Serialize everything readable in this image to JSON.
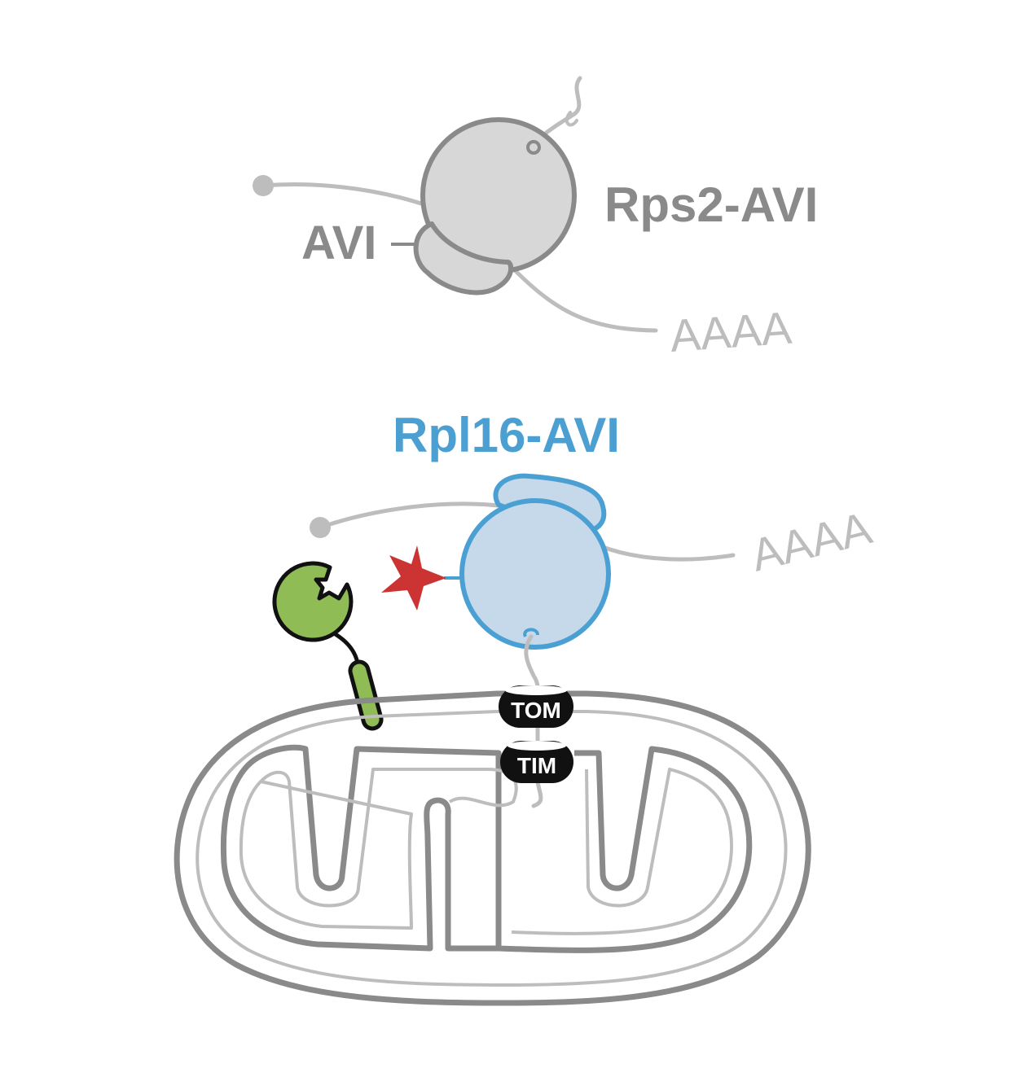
{
  "top_ribosome": {
    "name_label": "Rps2-AVI",
    "avi_label": "AVI",
    "polya_label": "AAAA"
  },
  "bottom_ribosome": {
    "name_label": "Rpl16-AVI",
    "polya_label": "AAAA"
  },
  "translocases": {
    "outer_label": "TOM",
    "inner_label": "TIM"
  },
  "colors": {
    "gray_dark": "#8a8a8a",
    "gray_light": "#bdbdbd",
    "gray_fill": "#d7d7d8",
    "blue_text": "#4c9fd1",
    "blue_outline": "#4a9fd3",
    "blue_fill": "#c5d9ea",
    "red_star": "#cc3333",
    "green_fill": "#8fbc55",
    "black": "#111111"
  }
}
